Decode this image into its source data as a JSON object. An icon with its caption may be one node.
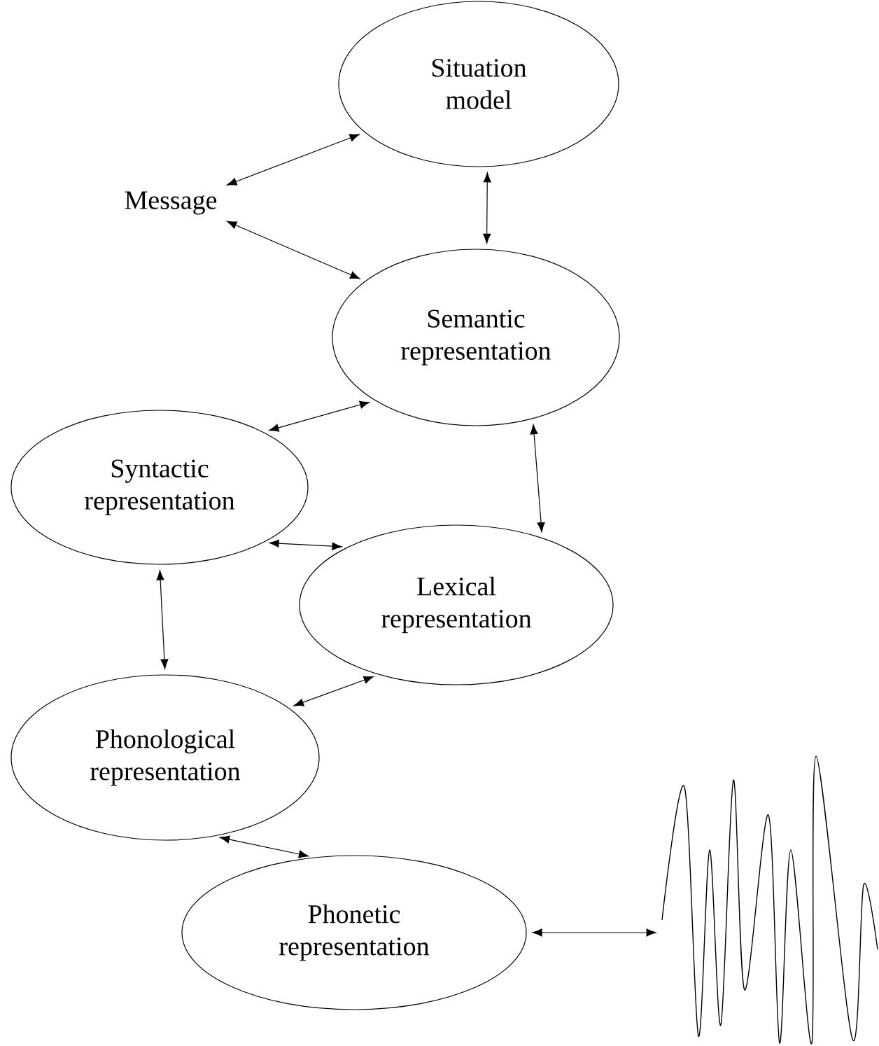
{
  "diagram": {
    "nodes": [
      {
        "text": [
          "Situation model"
        ]
      },
      {
        "text": [
          "Message"
        ]
      },
      {
        "text": [
          "Semantic representation"
        ]
      },
      {
        "text": [
          "Syntactic representation"
        ]
      },
      {
        "text": [
          "Lexical representation"
        ]
      },
      {
        "text": [
          "Phonological representation"
        ]
      },
      {
        "text": [
          "Phonetic representation"
        ]
      },
      {
        "text": [],
        "shape": "picture"
      }
    ],
    "edges": [
      {
        "from": 1,
        "to": 0,
        "arrow": "both"
      },
      {
        "from": 1,
        "to": 2,
        "arrow": "both"
      },
      {
        "from": 0,
        "to": 2,
        "arrow": "both"
      },
      {
        "from": 2,
        "to": 3,
        "arrow": "both"
      },
      {
        "from": 2,
        "to": 4,
        "arrow": "both"
      },
      {
        "from": 3,
        "to": 4,
        "arrow": "both"
      },
      {
        "from": 3,
        "to": 5,
        "arrow": "both"
      },
      {
        "from": 4,
        "to": 5,
        "arrow": "both"
      },
      {
        "from": 5,
        "to": 6,
        "arrow": "both"
      },
      {
        "from": 6,
        "to": 7,
        "arrow": "both"
      }
    ]
  }
}
